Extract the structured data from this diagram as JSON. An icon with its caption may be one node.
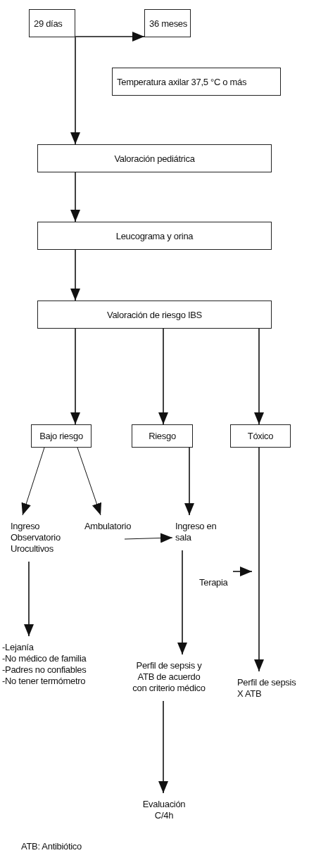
{
  "diagram": {
    "nodes": [
      {
        "text": [
          "29 días"
        ]
      },
      {
        "text": [
          "36 meses"
        ]
      },
      {
        "text": [
          "Temperatura axilar 37,5 °C o más"
        ]
      },
      {
        "text": [
          "Valoración pediátrica"
        ]
      },
      {
        "text": [
          "Leucograma y orina"
        ]
      },
      {
        "text": [
          "Valoración de riesgo IBS"
        ]
      },
      {
        "text": [
          "Bajo riesgo"
        ]
      },
      {
        "text": [
          "Riesgo"
        ]
      },
      {
        "text": [
          "Tóxico"
        ]
      },
      {
        "text": [
          "Ingreso Observatorio Urocultivos"
        ]
      },
      {
        "text": [
          "Ambulatorio"
        ]
      },
      {
        "text": [
          "Ingreso en sala"
        ]
      },
      {
        "text": [
          "Terapia"
        ]
      },
      {
        "text": [
          "-Lejanía",
          "-No médico de familia",
          "-Padres no confiables",
          "-No tener termómetro"
        ]
      },
      {
        "text": [
          "Perfil de sepsis y ATB de acuerdo con criterio médico"
        ]
      },
      {
        "text": [
          "Perfil de sepsis X ATB"
        ]
      },
      {
        "text": [
          "Evaluación C/4h"
        ]
      }
    ],
    "edges": [
      {
        "from": 0,
        "to": 1,
        "arrow": "to"
      },
      {
        "from": 0,
        "to": 3,
        "arrow": "to"
      },
      {
        "from": 3,
        "to": 4,
        "arrow": "to"
      },
      {
        "from": 4,
        "to": 5,
        "arrow": "to"
      },
      {
        "from": 5,
        "to": 6,
        "arrow": "to"
      },
      {
        "from": 5,
        "to": 7,
        "arrow": "to"
      },
      {
        "from": 5,
        "to": 8,
        "arrow": "to"
      },
      {
        "from": 6,
        "to": 9,
        "arrow": "to"
      },
      {
        "from": 6,
        "to": 10,
        "arrow": "to"
      },
      {
        "from": 7,
        "to": 11,
        "arrow": "to"
      },
      {
        "from": 8,
        "to": 15,
        "arrow": "to"
      },
      {
        "from": 10,
        "to": 11,
        "arrow": "to"
      },
      {
        "from": 9,
        "to": 13,
        "arrow": "to"
      },
      {
        "from": 11,
        "to": 14,
        "arrow": "to"
      },
      {
        "from": 14,
        "to": 16,
        "arrow": "to"
      },
      {
        "from": 12,
        "to": null,
        "arrow": "to"
      }
    ],
    "labels": [
      "ATB: Antibiótico"
    ]
  }
}
